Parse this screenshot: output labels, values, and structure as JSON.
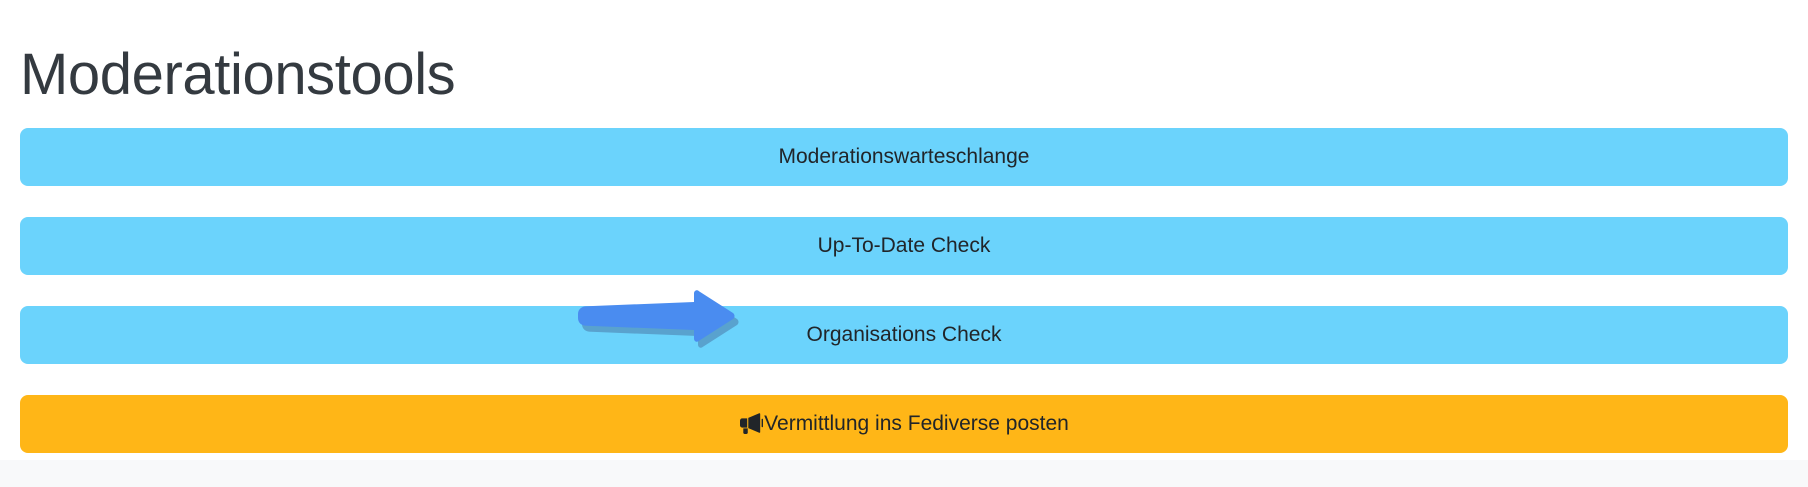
{
  "page": {
    "title": "Moderationstools",
    "background_color": "#ffffff",
    "title_color": "#343a40",
    "footer_color": "#f8f9fa"
  },
  "colors": {
    "button_blue": "#6bd3fc",
    "button_orange": "#ffb617",
    "button_text": "#212529",
    "arrow_blue": "#4a8cf0",
    "arrow_shadow": "#3a6fa8"
  },
  "buttons": [
    {
      "label": "Moderationswarteschlange",
      "variant": "blue",
      "icon": null
    },
    {
      "label": "Up-To-Date Check",
      "variant": "blue",
      "icon": null
    },
    {
      "label": "Organisations Check",
      "variant": "blue",
      "icon": null
    },
    {
      "label": "Vermittlung ins Fediverse posten",
      "variant": "orange",
      "icon": "megaphone-icon"
    }
  ],
  "annotation": {
    "type": "arrow",
    "direction": "right",
    "points_to": "Organisations Check",
    "color": "#4a8cf0"
  }
}
